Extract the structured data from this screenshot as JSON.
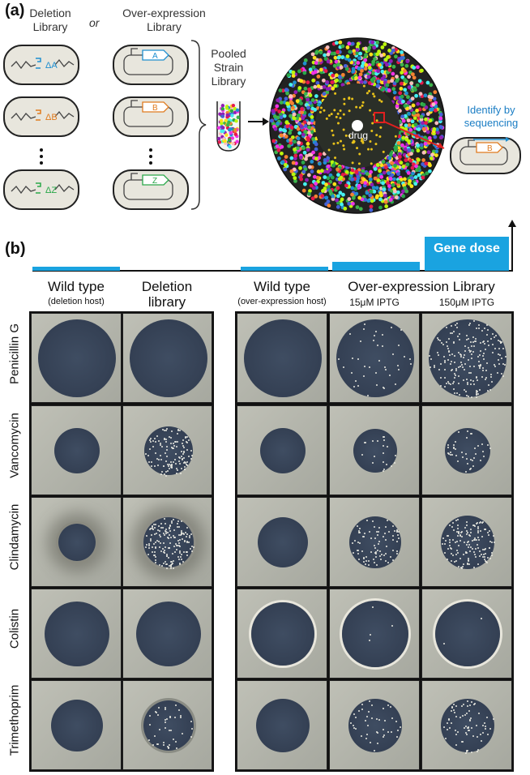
{
  "panel_a": {
    "label": "(a)",
    "deletion_title": "Deletion\nLibrary",
    "or_text": "or",
    "overexp_title": "Over-expression\nLibrary",
    "deletion_genes": [
      "ΔA",
      "ΔB",
      "ΔZ"
    ],
    "overexp_genes": [
      "A",
      "B",
      "Z"
    ],
    "pooled_title": "Pooled\nStrain\nLibrary",
    "drug_label": "drug",
    "identify_text": "Identify by\nsequencing",
    "identified_gene": "B",
    "gene_colors": {
      "A": "#1f8fd0",
      "B": "#e07b1f",
      "Z": "#2aa84a"
    }
  },
  "panel_b": {
    "label": "(b)",
    "gene_dose_label": "Gene dose",
    "columns_left": [
      {
        "title": "Wild type",
        "subtitle": "(deletion host)"
      },
      {
        "title": "Deletion\nlibrary",
        "subtitle": ""
      }
    ],
    "columns_right": [
      {
        "title": "Wild type",
        "subtitle": "(over-expression host)"
      },
      {
        "title": "Over-expression Library",
        "subtitle": ""
      },
      {
        "title": "",
        "subtitle": "15μM IPTG"
      },
      {
        "title": "",
        "subtitle": "150μM IPTG"
      }
    ],
    "rows": [
      "Penicillin G",
      "Vancomycin",
      "Clindamycin",
      "Colistin",
      "Trimethoprim"
    ],
    "bar_color": "#1aa3e0"
  }
}
